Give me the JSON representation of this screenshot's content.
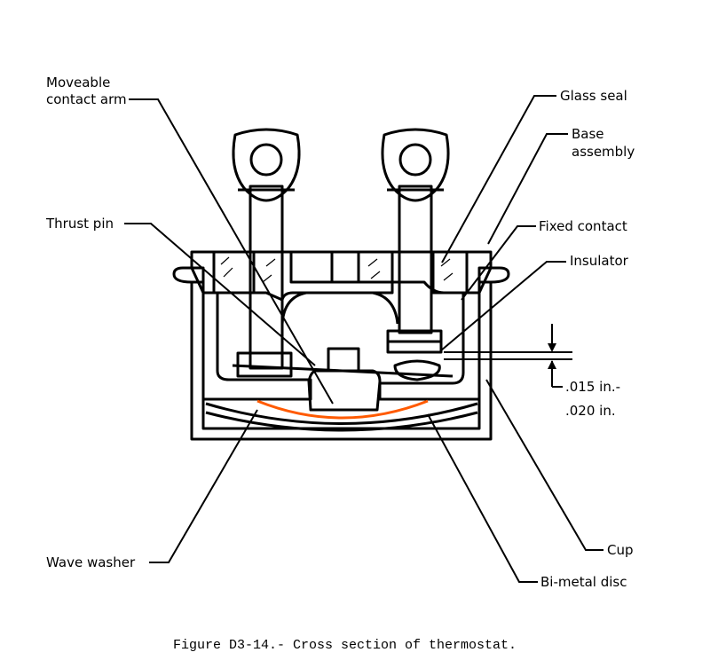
{
  "figure": {
    "caption": "Figure D3-14.- Cross section of thermostat.",
    "subject": "thermostat cross section"
  },
  "labels": {
    "moveable_contact_arm": [
      "Moveable",
      "contact arm"
    ],
    "thrust_pin": "Thrust pin",
    "glass_seal": "Glass seal",
    "base_assembly": [
      "Base",
      "assembly"
    ],
    "fixed_contact": "Fixed contact",
    "insulator": "Insulator",
    "cup": "Cup",
    "wave_washer": "Wave washer",
    "bimetal_disc": "Bi-metal disc"
  },
  "dimension": {
    "gap_min": ".015 in.-",
    "gap_max": ".020 in."
  },
  "colors": {
    "terminal": "#ffff1a",
    "insulator": "#1aaee8",
    "contact": "#ff1aff",
    "bimetal_disc": "#ff5a00",
    "outline": "#000000",
    "background": "#ffffff"
  }
}
